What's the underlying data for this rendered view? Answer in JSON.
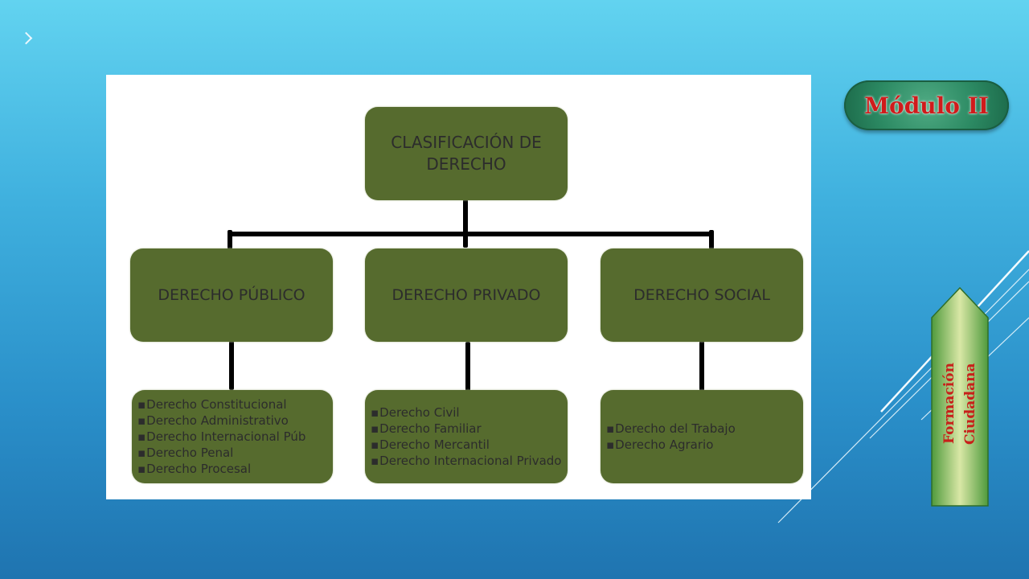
{
  "diagram": {
    "root": {
      "lines": [
        "CLASIFICACIÓN DE",
        "DERECHO"
      ]
    },
    "branches": [
      {
        "title": "DERECHO PÚBLICO",
        "items": [
          "Derecho Constitucional",
          "Derecho Administrativo",
          "Derecho Internacional Púb",
          "Derecho Penal",
          "Derecho Procesal"
        ]
      },
      {
        "title": "DERECHO PRIVADO",
        "items": [
          "Derecho Civil",
          "Derecho Familiar",
          "Derecho Mercantil",
          "Derecho Internacional Privado"
        ]
      },
      {
        "title": "DERECHO SOCIAL",
        "items": [
          "Derecho del Trabajo",
          "Derecho Agrario"
        ]
      }
    ]
  },
  "badge": {
    "label": "Módulo II"
  },
  "side_tag": {
    "line1": "Formación",
    "line2": "Ciudadana"
  },
  "colors": {
    "box_fill": "#566b2e",
    "badge_fill": "#2c8a63",
    "badge_text": "#d01b1b",
    "connector": "#000000"
  },
  "icons": {
    "slide_marker": "chevron-right-icon"
  }
}
